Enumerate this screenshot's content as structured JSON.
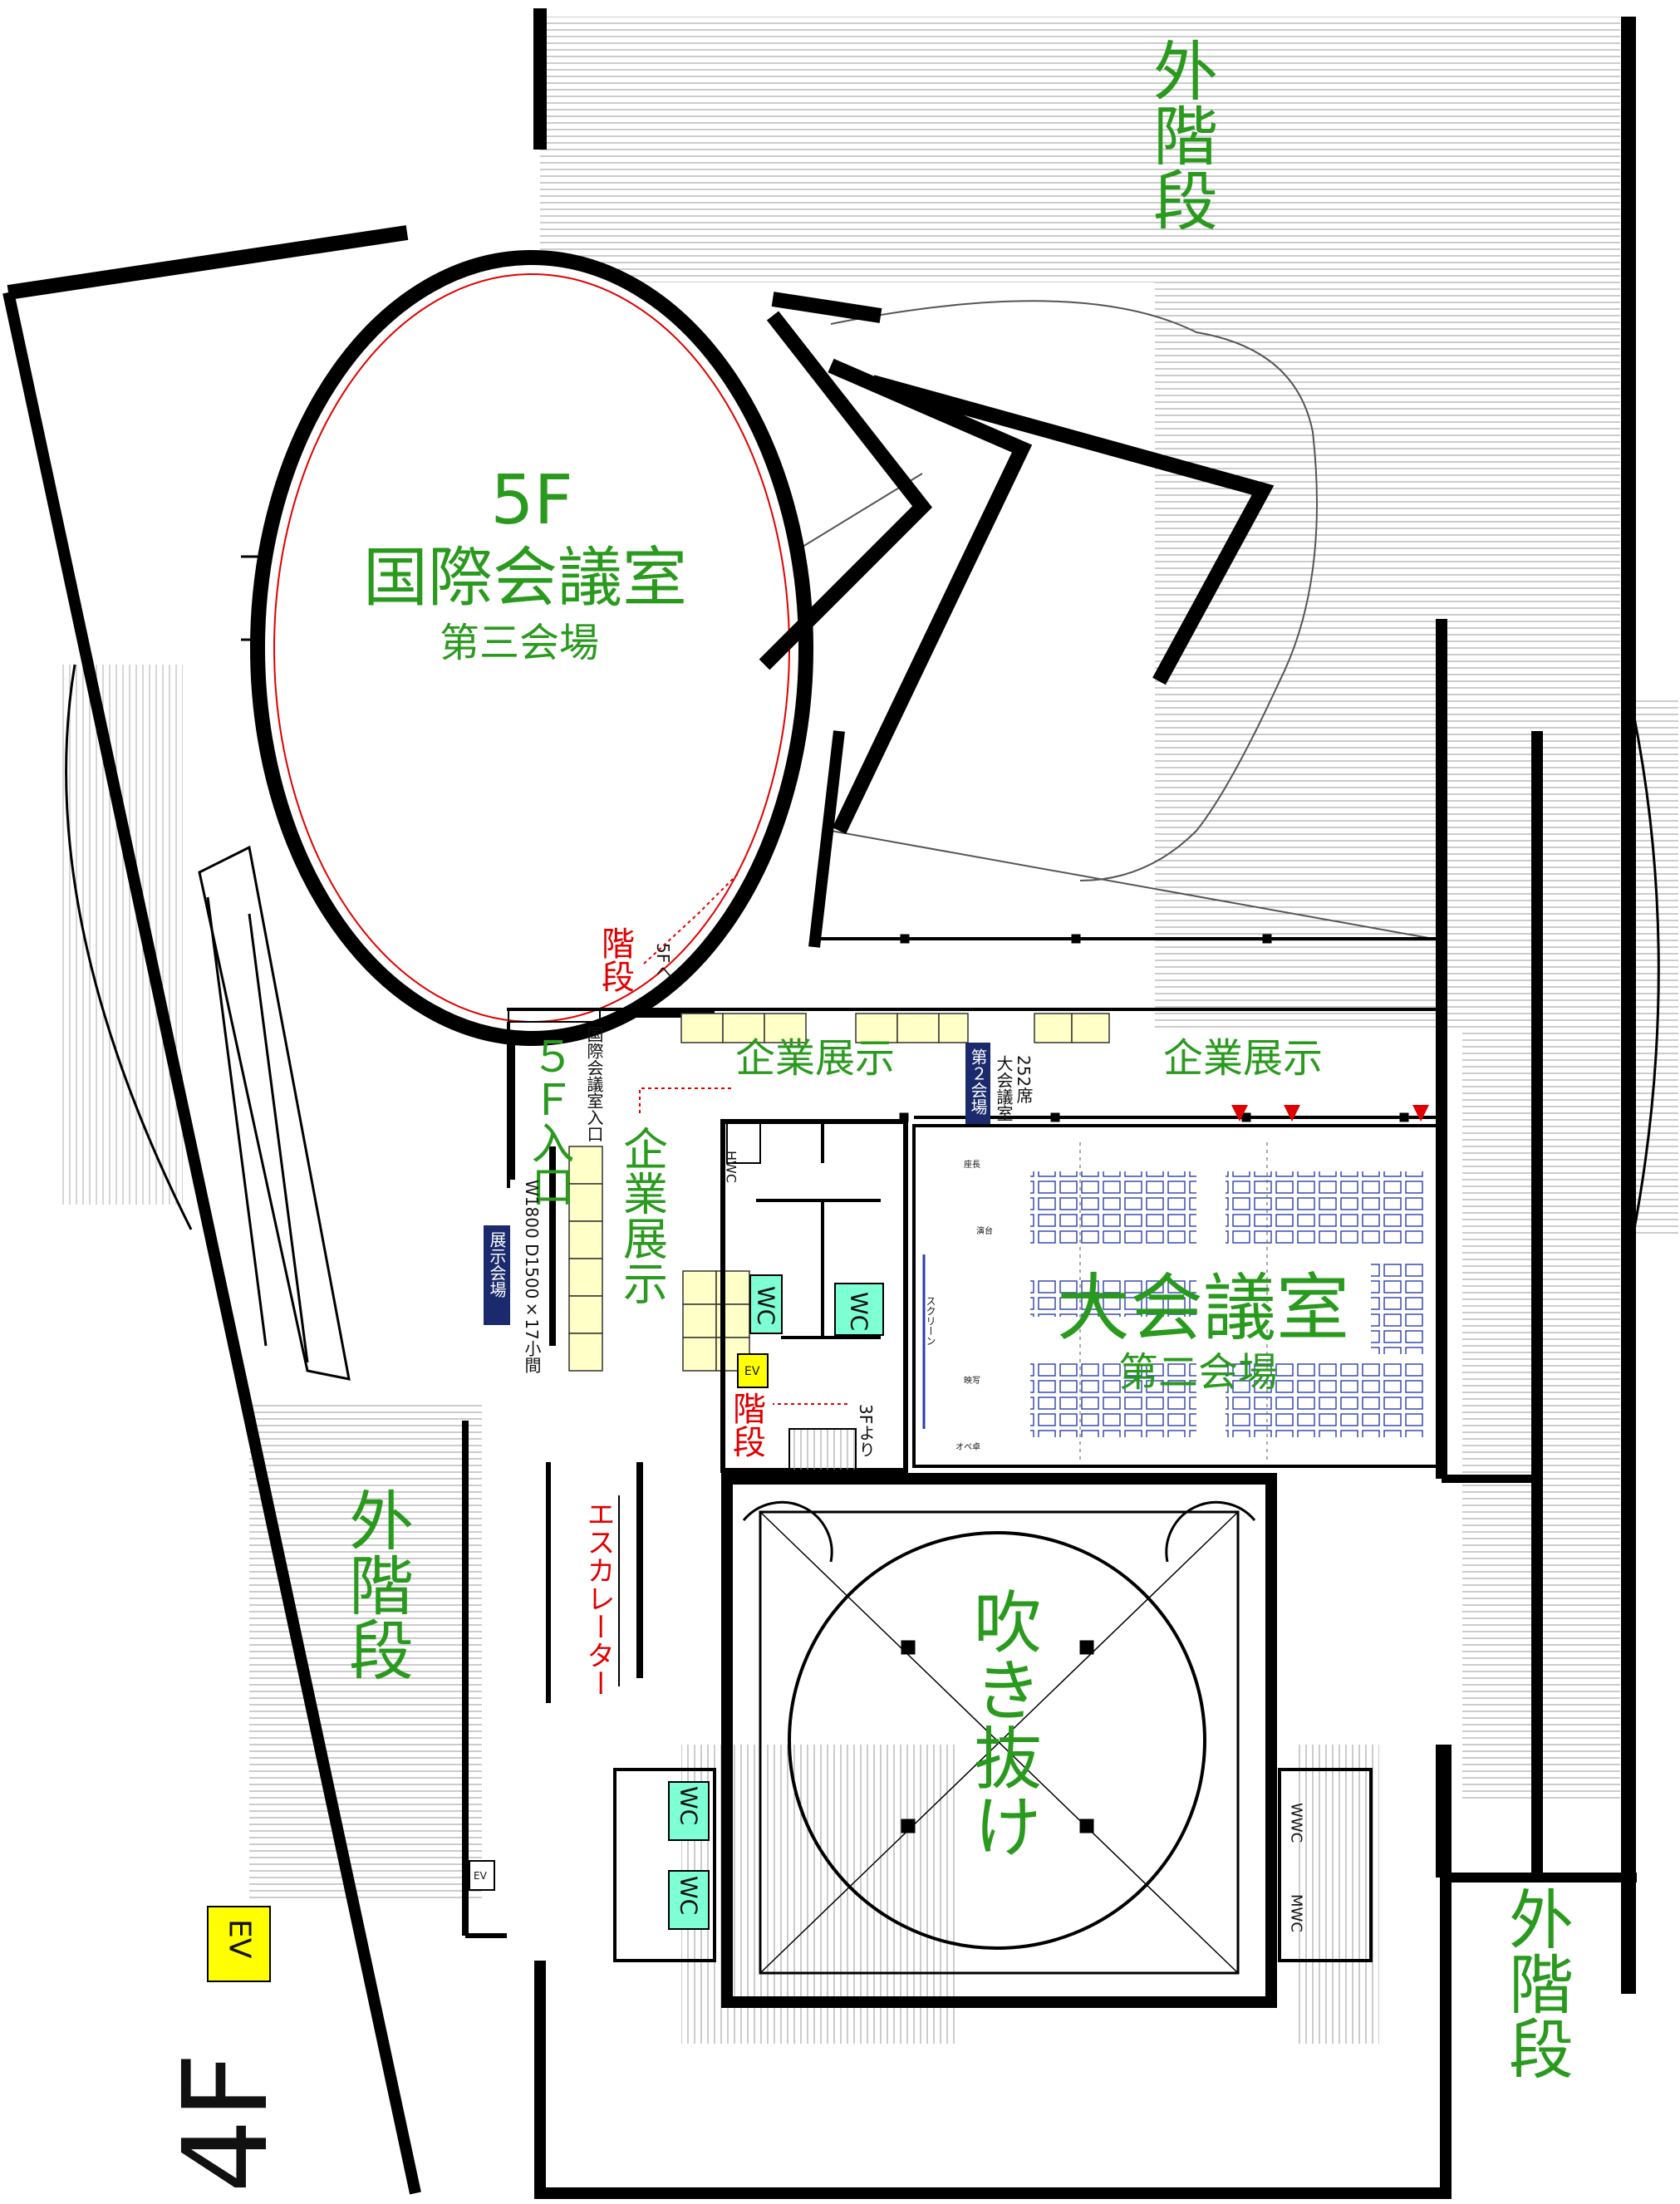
{
  "floor_label": "4F",
  "rooms": {
    "intl_conf": {
      "floor": "5F",
      "name": "国際会議室",
      "venue": "第三会場"
    },
    "main_conf": {
      "name": "大会議室",
      "venue": "第二会場"
    },
    "atrium": "吹き抜け"
  },
  "stairs": {
    "outer_top": "外階段",
    "outer_left": "外階段",
    "outer_right": "外階段",
    "inner_top": "階段",
    "inner_mid": "階段"
  },
  "exhibits": {
    "top_left": "企業展示",
    "top_right": "企業展示",
    "vertical": "企業展示"
  },
  "entrance": "５Ｆ入口",
  "escalator": "エスカレーター",
  "badges": {
    "exhibit_hall": "展示会場",
    "venue2": "第２会場"
  },
  "small_labels": {
    "intl_entrance": "国際会議室入口",
    "to_5f": "5Fへ",
    "from_3f": "3Fより",
    "booth_size": "W1800 D1500×17小間",
    "main_conf_seats_line1": "大会議室",
    "main_conf_seats_line2": "252席",
    "screen": "スクリーン",
    "podium": "演台",
    "moderator": "座長",
    "operator": "オペ卓",
    "projector": "映写"
  },
  "facilities": {
    "wc": "WC",
    "hwc": "HWC",
    "wwc": "WWC",
    "mwc": "MWC",
    "ev": "EV"
  },
  "colors": {
    "label_green": "#2a9a1e",
    "label_red": "#e00000",
    "wc_fill": "#7fffd4",
    "ev_fill": "#ffff00",
    "badge_navy": "#1a2a6c",
    "seat_blue": "#2b3da8",
    "exhibit_fill": "#ffffc8"
  }
}
